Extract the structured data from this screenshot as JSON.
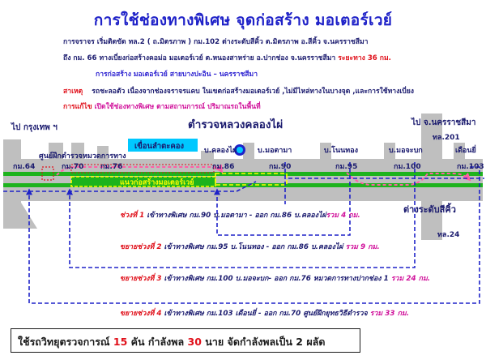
{
  "title": "การใช้ช่องทางพิเศษ  จุดก่อสร้าง มอเตอร์เวย์",
  "info": {
    "line1": "การจราจร เริ่มติดขัด ทล.2 ( ถ.มิตรภาพ )  กม.102  ต่างระดับสีคิ้ว  ต.มิตรภาพ  อ.สีคิ้ว จ.นครราชสีมา",
    "line2_prefix": "ถึง กม. 66  ทางเบี่ยงก่อสร้างคอม่อ มอเตอร์เวย์  ต.หนองสาหร่าย อ.ปากช่อง จ.นครราชสีมา",
    "line2_distance": "ระยะทาง  36  กม.",
    "line3": "การก่อสร้าง มอเตอร์เวย์ สายบางปะอิน – นครราชสีมา",
    "cause_label": "สาเหตุ",
    "cause_text": "รถชะลอตัว  เนื่องจากช่องจราจรแคบ ในเขตก่อสร้างมอเตอร์เวย์ ,ไม่มีไหล่ทางในบางจุด ,และการใช้ทางเบี่ยง",
    "fix_label": "การแก้ไข",
    "fix_text": "เปิดใช้ช่องทางพิเศษ  ตามสถานการณ์ ปริมาณรถในพื้นที่"
  },
  "map": {
    "to_bangkok": "ไป  กรุงเทพ ฯ",
    "to_nakhon": "ไป จ.นครราชสีมา",
    "police_station": "ตำรวจหลวงคลองไผ่",
    "dam_label": "เขื่อนลำตะคอง",
    "construction_label": "แนวก่อสร้างมอเตอร์เวย์",
    "highway_201": "ทล.201",
    "highway_24": "ทล.24",
    "interchange": "ต่างระดับสีคิ้ว",
    "places": [
      {
        "name": "ศูนย์ฝึกตำรวจ",
        "km": "กม.70"
      },
      {
        "name": "หมวดการทาง",
        "km": "กม.76"
      },
      {
        "name": "บ.คลองไผ่",
        "km": "กม.86"
      },
      {
        "name": "บ.มอตามา",
        "km": "กม.90"
      },
      {
        "name": "บ.โนนทอง",
        "km": "กม.95"
      },
      {
        "name": "บ.มอจะบก",
        "km": "กม.100"
      },
      {
        "name": "เดือนยี่",
        "km": "กม.103"
      }
    ],
    "km64": "กม.64"
  },
  "routes": [
    {
      "prefix": "ช่วงที่ 1",
      "text": " เข้าทางพิเศษ กม.90 บ.มอตามา - ออก กม.86 บ.คลองไผ่",
      "total": "รวม  4  กม."
    },
    {
      "prefix": "ขยายช่วงที่ 2",
      "text": "  เข้าทางพิเศษ กม.95 บ.โนนทอง - ออก กม.86 บ.คลองไผ่",
      "total": " รวม  9  กม."
    },
    {
      "prefix": "ขยายช่วงที่ 3",
      "text": "  เข้าทางพิเศษ กม.100  บ.มอจะบก- ออก กม.76 หมวดการทางปากช่อง 1",
      "total": " รวม  24  กม."
    },
    {
      "prefix": "ขยายช่วงที่  4",
      "text": "  เข้าทางพิเศษ กม.103 เดือนยี่  - ออก กม.70  ศูนย์ฝึกยุทธวิธีตำรวจ",
      "total": "  รวม   33  กม."
    }
  ],
  "bottom": {
    "p1": "ใช้รถวิทยุตรวจการณ์  ",
    "n1": "15",
    "p2": "  คัน  กำลังพล ",
    "n2": "30",
    "p3": " นาย  จัดกำลังพลเป็น  2  ผลัด"
  },
  "colors": {
    "title": "#1f22c8",
    "road_gray": "#bfbfbf",
    "lane_green": "#1db31d",
    "route_blue": "#1e22c8",
    "pink": "#ff5fa6",
    "construction_yellow": "#ffff00"
  }
}
